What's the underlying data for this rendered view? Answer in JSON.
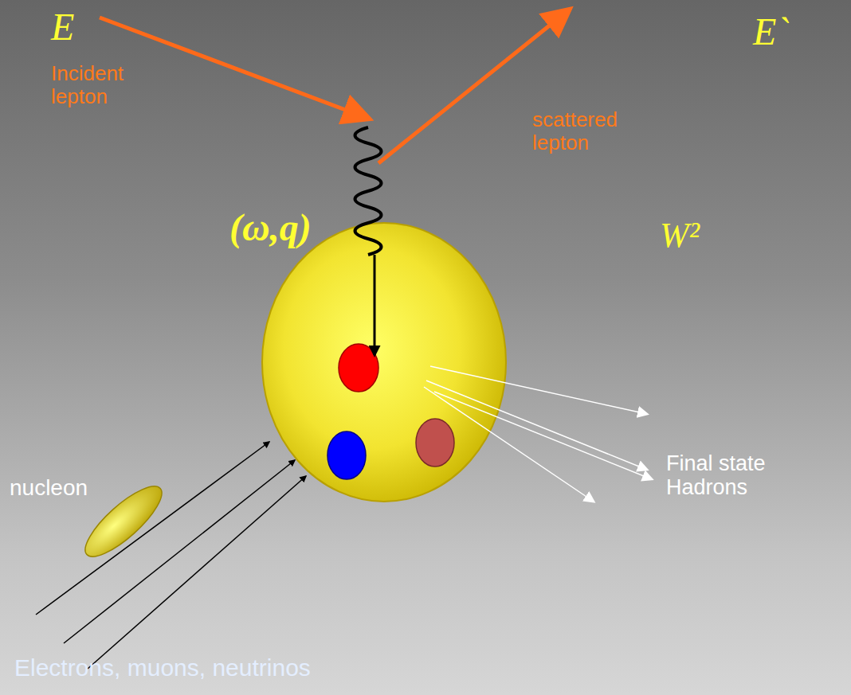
{
  "diagram": {
    "labels": [
      "E",
      "Incident lepton",
      "E`",
      "scattered lepton",
      "(ω,q)",
      "W²",
      "nucleon",
      "Final state Hadrons",
      "Electrons, muons, neutrinos"
    ]
  }
}
